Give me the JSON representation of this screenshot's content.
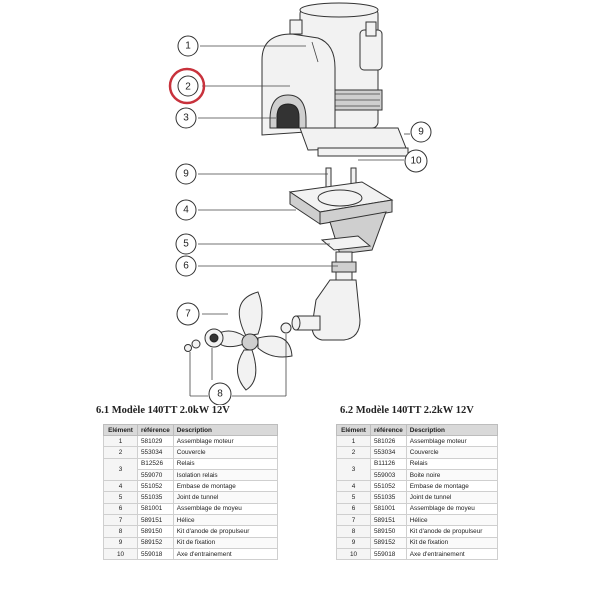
{
  "diagram": {
    "callouts": [
      {
        "label": "1"
      },
      {
        "label": "2"
      },
      {
        "label": "3"
      },
      {
        "label": "9"
      },
      {
        "label": "10"
      },
      {
        "label": "9"
      },
      {
        "label": "4"
      },
      {
        "label": "5"
      },
      {
        "label": "6"
      },
      {
        "label": "7"
      },
      {
        "label": "8"
      }
    ],
    "highlight_color": "#c8323c"
  },
  "tables": [
    {
      "title": "6.1 Modèle 140TT 2.0kW 12V",
      "headers": [
        "Elément",
        "référence",
        "Description"
      ],
      "rows": [
        {
          "element": "1",
          "ref": "581029",
          "desc": "Assemblage moteur"
        },
        {
          "element": "2",
          "ref": "553034",
          "desc": "Couvercle"
        },
        {
          "element": "3",
          "ref": "B12526",
          "desc": "Relais"
        },
        {
          "element": "",
          "ref": "559070",
          "desc": "Isolation relais"
        },
        {
          "element": "4",
          "ref": "551052",
          "desc": "Embase de montage"
        },
        {
          "element": "5",
          "ref": "551035",
          "desc": "Joint de tunnel"
        },
        {
          "element": "6",
          "ref": "581001",
          "desc": "Assemblage de moyeu"
        },
        {
          "element": "7",
          "ref": "589151",
          "desc": "Hélice"
        },
        {
          "element": "8",
          "ref": "589150",
          "desc": "Kit d'anode de propulseur"
        },
        {
          "element": "9",
          "ref": "589152",
          "desc": "Kit de fixation"
        },
        {
          "element": "10",
          "ref": "559018",
          "desc": "Axe d'entrainement"
        }
      ]
    },
    {
      "title": "6.2 Modèle 140TT 2.2kW 12V",
      "headers": [
        "Elément",
        "référence",
        "Description"
      ],
      "rows": [
        {
          "element": "1",
          "ref": "581026",
          "desc": "Assemblage moteur"
        },
        {
          "element": "2",
          "ref": "553034",
          "desc": "Couvercle"
        },
        {
          "element": "3",
          "ref": "B11126",
          "desc": "Relais"
        },
        {
          "element": "",
          "ref": "559003",
          "desc": "Boite noire"
        },
        {
          "element": "4",
          "ref": "551052",
          "desc": "Embase de montage"
        },
        {
          "element": "5",
          "ref": "551035",
          "desc": "Joint de tunnel"
        },
        {
          "element": "6",
          "ref": "581001",
          "desc": "Assemblage de moyeu"
        },
        {
          "element": "7",
          "ref": "589151",
          "desc": "Hélice"
        },
        {
          "element": "8",
          "ref": "589150",
          "desc": "Kit d'anode de propulseur"
        },
        {
          "element": "9",
          "ref": "589152",
          "desc": "Kit de fixation"
        },
        {
          "element": "10",
          "ref": "559018",
          "desc": "Axe d'entrainement"
        }
      ]
    }
  ]
}
